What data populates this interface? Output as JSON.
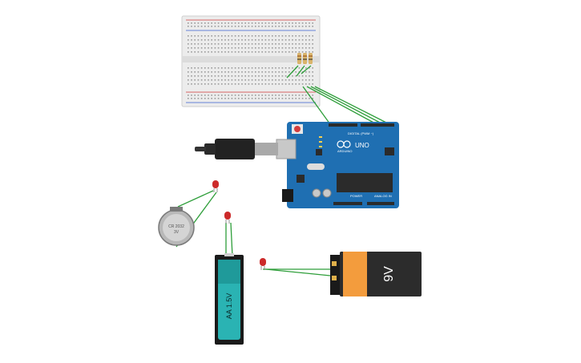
{
  "app": {
    "canvas_name": ""
  },
  "arduino": {
    "brand": "ARDUINO",
    "model": "UNO",
    "digital_label": "DIGITAL (PWM ~)",
    "power_label": "POWER",
    "analog_label": "ANALOG IN",
    "board_color": "#1f6fb2",
    "header_color": "#2b2b2b"
  },
  "coin_cell": {
    "line1": "CR 2032",
    "line2": "3V"
  },
  "aa_battery": {
    "label": "AA 1.5V",
    "color": "#2ab3b3"
  },
  "nine_v_battery": {
    "label": "9V",
    "color_body": "#2c2c2c",
    "color_band": "#f39c3d"
  },
  "colors": {
    "wire": "#2e9e3a",
    "led": "#cc2a2a",
    "breadboard": "#ebebeb",
    "rail_red": "#d23a3a",
    "rail_blue": "#3a5fd2"
  }
}
